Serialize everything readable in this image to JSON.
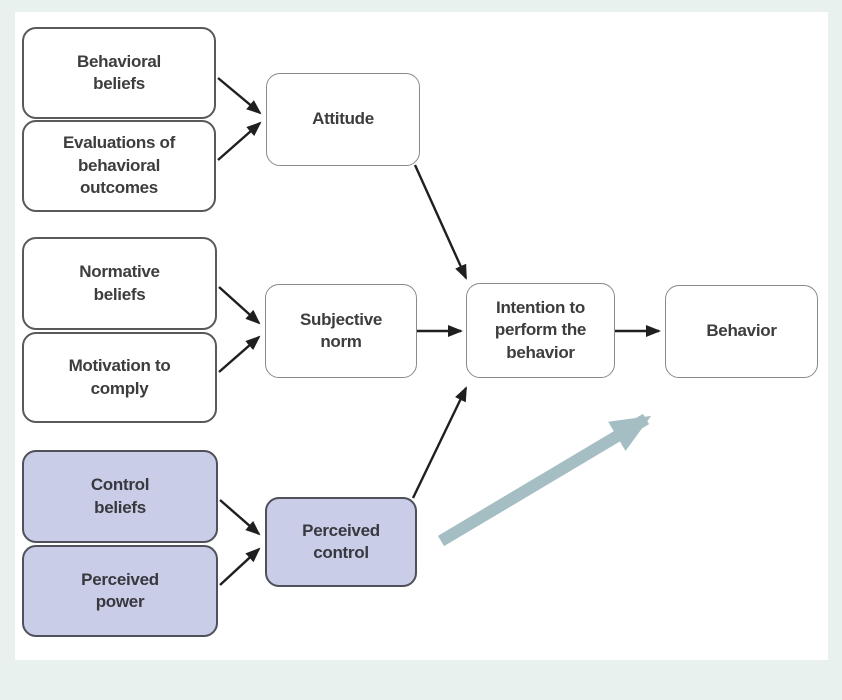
{
  "diagram": {
    "name": "theory-of-planned-behavior-flowchart",
    "type": "flowchart",
    "nodes": [
      {
        "id": "behavioral_beliefs",
        "label": "Behavioral\nbeliefs",
        "highlighted": false
      },
      {
        "id": "evaluations_of_behavioral_outcomes",
        "label": "Evaluations of\nbehavioral\noutcomes",
        "highlighted": false
      },
      {
        "id": "attitude",
        "label": "Attitude",
        "highlighted": false
      },
      {
        "id": "normative_beliefs",
        "label": "Normative\nbeliefs",
        "highlighted": false
      },
      {
        "id": "motivation_to_comply",
        "label": "Motivation to\ncomply",
        "highlighted": false
      },
      {
        "id": "subjective_norm",
        "label": "Subjective\nnorm",
        "highlighted": false
      },
      {
        "id": "intention",
        "label": "Intention to\nperform the\nbehavior",
        "highlighted": false
      },
      {
        "id": "behavior",
        "label": "Behavior",
        "highlighted": false
      },
      {
        "id": "control_beliefs",
        "label": "Control\nbeliefs",
        "highlighted": true
      },
      {
        "id": "perceived_power",
        "label": "Perceived\npower",
        "highlighted": true
      },
      {
        "id": "perceived_control",
        "label": "Perceived\ncontrol",
        "highlighted": true
      }
    ],
    "edges": [
      {
        "from": "behavioral_beliefs",
        "to": "attitude",
        "style": "thin"
      },
      {
        "from": "evaluations_of_behavioral_outcomes",
        "to": "attitude",
        "style": "thin"
      },
      {
        "from": "normative_beliefs",
        "to": "subjective_norm",
        "style": "thin"
      },
      {
        "from": "motivation_to_comply",
        "to": "subjective_norm",
        "style": "thin"
      },
      {
        "from": "control_beliefs",
        "to": "perceived_control",
        "style": "thin"
      },
      {
        "from": "perceived_power",
        "to": "perceived_control",
        "style": "thin"
      },
      {
        "from": "attitude",
        "to": "intention",
        "style": "thin"
      },
      {
        "from": "subjective_norm",
        "to": "intention",
        "style": "thin"
      },
      {
        "from": "perceived_control",
        "to": "intention",
        "style": "thin"
      },
      {
        "from": "intention",
        "to": "behavior",
        "style": "thin"
      },
      {
        "from": "perceived_control",
        "to": "behavior",
        "style": "thick"
      }
    ],
    "colors": {
      "background": "#e9f1ef",
      "panel": "#ffffff",
      "box_fill": "#ffffff",
      "highlight_fill": "#c9cde7",
      "box_border": "#595959",
      "text": "#3d3d3d",
      "thin_arrow": "#1f1f1f",
      "thick_arrow": "#a5bec4"
    }
  }
}
